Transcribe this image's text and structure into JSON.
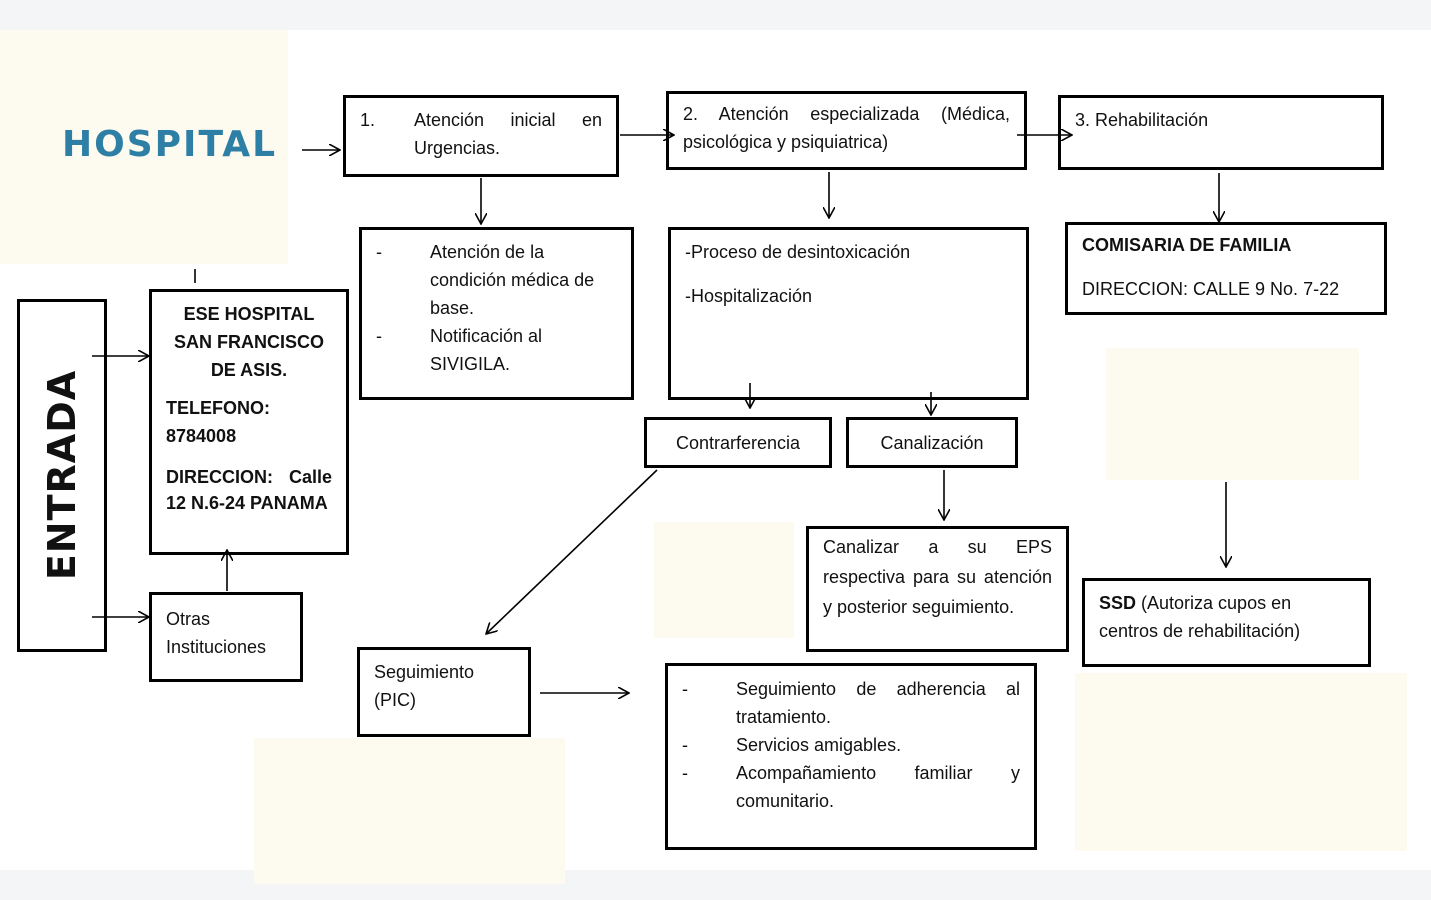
{
  "hospital_title": "HOSPITAL",
  "entrada_label": "ENTRADA",
  "ese": {
    "name": "ESE HOSPITAL SAN FRANCISCO DE ASIS.",
    "telefono": "TELEFONO: 8784008",
    "direccion": "DIRECCION: Calle 12 N.6-24 PANAMA"
  },
  "otras": "Otras Instituciones",
  "step1": {
    "number": "1.",
    "text": "Atención inicial en Urgencias."
  },
  "step1_details": [
    "Atención de la condición médica de base.",
    "Notificación al SIVIGILA."
  ],
  "step2": "2. Atención especializada (Médica, psicológica y psiquiatrica)",
  "step2_details": [
    "-Proceso de desintoxicación",
    "-Hospitalización"
  ],
  "contrarferencia": "Contrarferencia",
  "canalizacion": "Canalización",
  "canalizar": "Canalizar a su EPS respectiva para su atención y posterior seguimiento.",
  "seguimiento": "Seguimiento (PIC)",
  "seguimiento_details": [
    "Seguimiento de adherencia al tratamiento.",
    "Servicios amigables.",
    "Acompañamiento familiar y comunitario."
  ],
  "step3": "3. Rehabilitación",
  "comisaria": {
    "title": "COMISARIA DE FAMILIA",
    "direccion": "DIRECCION: CALLE 9 No. 7-22"
  },
  "ssd": {
    "bold": "SSD",
    "text": " (Autoriza cupos en centros de rehabilitación)"
  }
}
